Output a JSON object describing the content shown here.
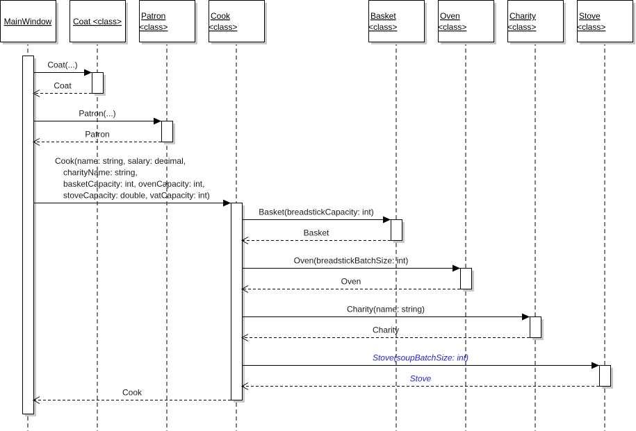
{
  "diagram": {
    "type": "sequence",
    "text_color": "#1a1a1a",
    "italic_color": "#2424d8",
    "lifelines": [
      {
        "id": "mainwindow",
        "name": "MainWindow",
        "stereotype": ""
      },
      {
        "id": "coat",
        "name": "Coat <class>",
        "stereotype": ""
      },
      {
        "id": "patron",
        "name": "Patron",
        "stereotype": "<class>"
      },
      {
        "id": "cook",
        "name": "Cook",
        "stereotype": "<class>"
      },
      {
        "id": "basket",
        "name": "Basket",
        "stereotype": "<class>"
      },
      {
        "id": "oven",
        "name": "Oven",
        "stereotype": "<class>"
      },
      {
        "id": "charity",
        "name": "Charity",
        "stereotype": "<class>"
      },
      {
        "id": "stove",
        "name": "Stove",
        "stereotype": "<class>"
      }
    ],
    "messages": [
      {
        "from": "mainwindow",
        "to": "coat",
        "kind": "call",
        "label": [
          "Coat(...)"
        ],
        "italic": false
      },
      {
        "from": "coat",
        "to": "mainwindow",
        "kind": "return",
        "label": [
          "Coat"
        ],
        "italic": false
      },
      {
        "from": "mainwindow",
        "to": "patron",
        "kind": "call",
        "label": [
          "Patron(...)"
        ],
        "italic": false
      },
      {
        "from": "patron",
        "to": "mainwindow",
        "kind": "return",
        "label": [
          "Patron"
        ],
        "italic": false
      },
      {
        "from": "mainwindow",
        "to": "cook",
        "kind": "call",
        "label": [
          "Cook(name: string, salary: decimal,",
          "charityName: string,",
          "basketCapacity: int, ovenCapacity: int,",
          "stoveCapacity: double, vatCapacity: int)"
        ],
        "italic": false
      },
      {
        "from": "cook",
        "to": "basket",
        "kind": "call",
        "label": [
          "Basket(breadstickCapacity: int)"
        ],
        "italic": false
      },
      {
        "from": "basket",
        "to": "cook",
        "kind": "return",
        "label": [
          "Basket"
        ],
        "italic": false
      },
      {
        "from": "cook",
        "to": "oven",
        "kind": "call",
        "label": [
          "Oven(breadstickBatchSize: int)"
        ],
        "italic": false
      },
      {
        "from": "oven",
        "to": "cook",
        "kind": "return",
        "label": [
          "Oven"
        ],
        "italic": false
      },
      {
        "from": "cook",
        "to": "charity",
        "kind": "call",
        "label": [
          "Charity(name: string)"
        ],
        "italic": false
      },
      {
        "from": "charity",
        "to": "cook",
        "kind": "return",
        "label": [
          "Charity"
        ],
        "italic": false
      },
      {
        "from": "cook",
        "to": "stove",
        "kind": "call",
        "label": [
          "Stove(soupBatchSize: int)"
        ],
        "italic": true
      },
      {
        "from": "stove",
        "to": "cook",
        "kind": "return",
        "label": [
          "Stove"
        ],
        "italic": true
      },
      {
        "from": "cook",
        "to": "mainwindow",
        "kind": "return",
        "label": [
          "Cook"
        ],
        "italic": false
      }
    ]
  }
}
